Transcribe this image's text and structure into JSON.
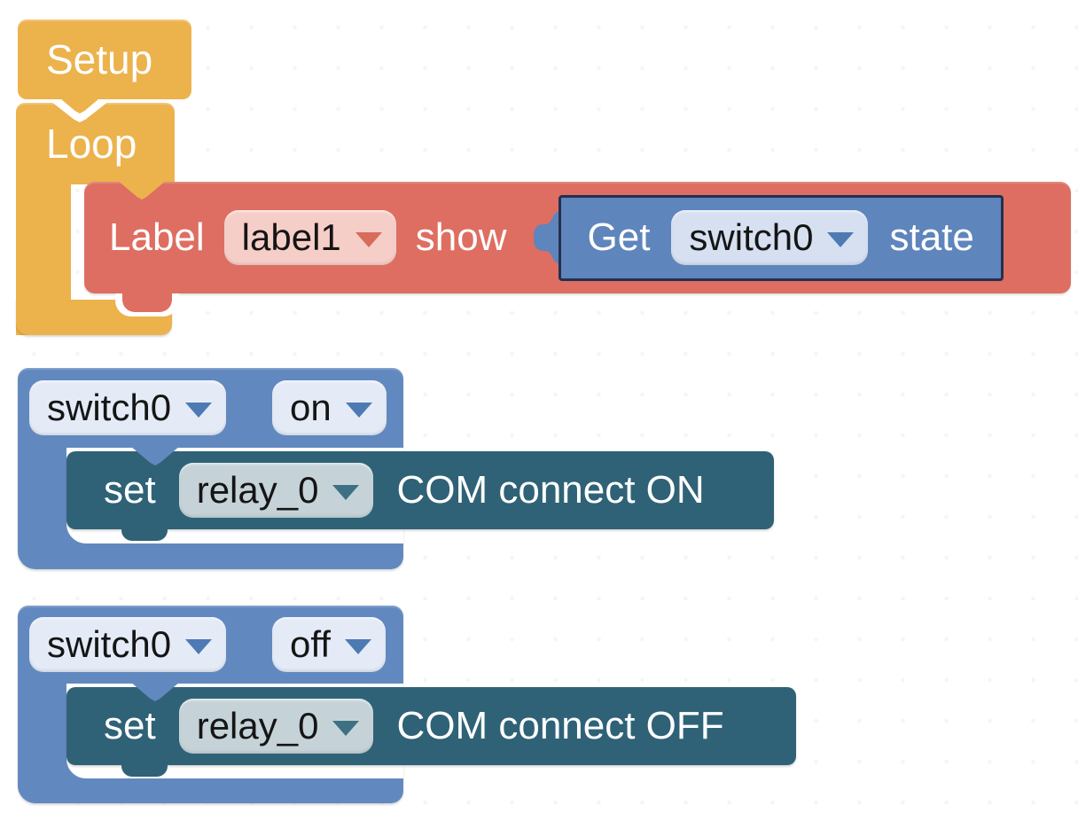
{
  "colors": {
    "yellow": "#ECB24C",
    "red": "#DE6E61",
    "red_pill": "#F6CEC8",
    "red_arrow": "#D96B5B",
    "blue": "#5E85BC",
    "blue_light": "#6289BF",
    "blue_pill": "#D6E0F1",
    "blue_pill_light": "#E4EBF7",
    "blue_arrow": "#4E7AB3",
    "teal": "#2F6276",
    "teal_pill": "#C5D3D9",
    "teal_arrow": "#3D7082",
    "get_border": "#24304E",
    "background": "#FFFFFF"
  },
  "icons": {
    "dropdown_arrow": "triangle-down",
    "value_connector": "puzzle-tab-left"
  },
  "workspace": {
    "setup_block": {
      "label": "Setup"
    },
    "loop_block": {
      "label": "Loop"
    },
    "label_block": {
      "label_text": "Label",
      "name_dropdown": {
        "value": "label1"
      },
      "show_text": "show"
    },
    "get_block": {
      "get_text": "Get",
      "device_dropdown": {
        "value": "switch0"
      },
      "state_text": "state"
    },
    "switch_on_block": {
      "device_dropdown": {
        "value": "switch0"
      },
      "event_dropdown": {
        "value": "on"
      },
      "set_block": {
        "set_text": "set",
        "relay_dropdown": {
          "value": "relay_0"
        },
        "action_text": "COM connect ON"
      }
    },
    "switch_off_block": {
      "device_dropdown": {
        "value": "switch0"
      },
      "event_dropdown": {
        "value": "off"
      },
      "set_block": {
        "set_text": "set",
        "relay_dropdown": {
          "value": "relay_0"
        },
        "action_text": "COM connect OFF"
      }
    }
  }
}
